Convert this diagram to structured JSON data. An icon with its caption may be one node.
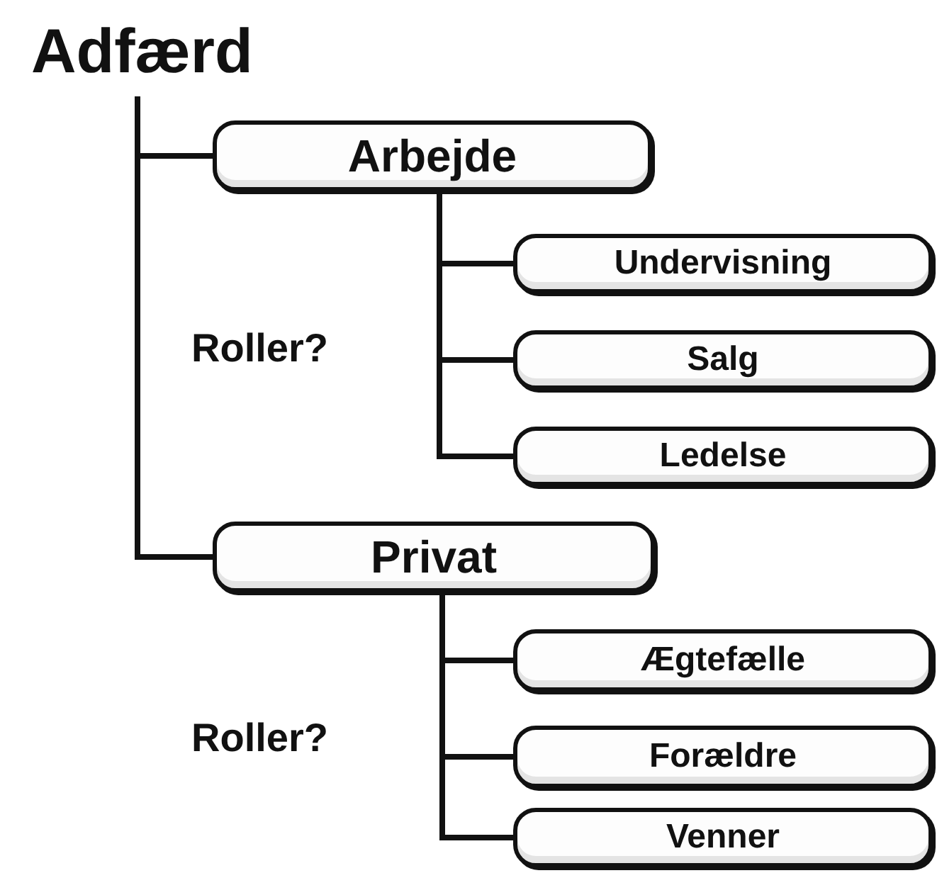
{
  "diagram": {
    "nodes": [
      {
        "text": [
          "Adfærd"
        ]
      },
      {
        "text": [
          "Arbejde"
        ]
      },
      {
        "text": [
          "Undervisning"
        ]
      },
      {
        "text": [
          "Salg"
        ]
      },
      {
        "text": [
          "Ledelse"
        ]
      },
      {
        "text": [
          "Privat"
        ]
      },
      {
        "text": [
          "Ægtefælle"
        ]
      },
      {
        "text": [
          "Forældre"
        ]
      },
      {
        "text": [
          "Venner"
        ]
      }
    ],
    "edges": [
      {
        "from": 0,
        "to": 1,
        "arrow": "none"
      },
      {
        "from": 0,
        "to": 5,
        "arrow": "none"
      },
      {
        "from": 1,
        "to": 2,
        "arrow": "none"
      },
      {
        "from": 1,
        "to": 3,
        "arrow": "none"
      },
      {
        "from": 1,
        "to": 4,
        "arrow": "none"
      },
      {
        "from": 5,
        "to": 6,
        "arrow": "none"
      },
      {
        "from": 5,
        "to": 7,
        "arrow": "none"
      },
      {
        "from": 5,
        "to": 8,
        "arrow": "none"
      }
    ],
    "labels": [
      "Roller?",
      "Roller?"
    ]
  }
}
